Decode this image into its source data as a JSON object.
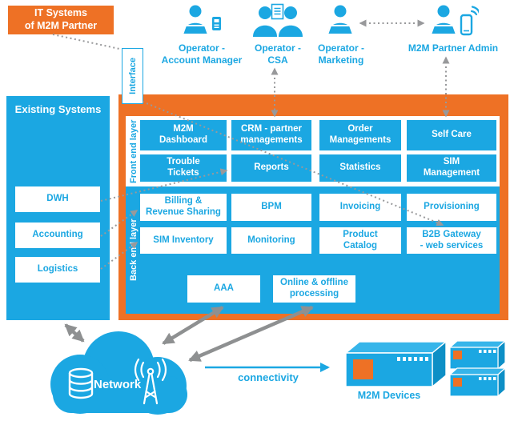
{
  "it_systems_box": {
    "label": "IT Systems\nof M2M Partner"
  },
  "interface_box": {
    "label": "Interface"
  },
  "actors": {
    "account_manager": {
      "label": "Operator -\nAccount Manager"
    },
    "csa": {
      "label": "Operator -\nCSA"
    },
    "marketing": {
      "label": "Operator -\nMarketing"
    },
    "partner_admin": {
      "label": "M2M Partner Admin"
    }
  },
  "existing_systems": {
    "title": "Existing Systems",
    "items": [
      "DWH",
      "Accounting",
      "Logistics"
    ]
  },
  "platform": {
    "front_end": {
      "layer_label": "Front end layer",
      "boxes": [
        "M2M\nDashboard",
        "CRM - partner\nmanagements",
        "Order\nManagements",
        "Self Care",
        "Trouble\nTickets",
        "Reports",
        "Statistics",
        "SIM\nManagement"
      ]
    },
    "back_end": {
      "layer_label": "Back end layer",
      "boxes": [
        "Billing &\nRevenue Sharing",
        "BPM",
        "Invoicing",
        "Provisioning",
        "SIM Inventory",
        "Monitoring",
        "Product\nCatalog",
        "B2B Gateway\n- web services"
      ],
      "bottom_boxes": [
        "AAA",
        "Online & offline\nprocessing"
      ]
    }
  },
  "network_cloud": {
    "label": "Network"
  },
  "connectivity": {
    "label": "connectivity"
  },
  "m2m_devices": {
    "label": "M2M Devices"
  },
  "colors": {
    "blue": "#1BA7E2",
    "orange": "#EE7125",
    "arrow_gray": "#8E9091",
    "dotted_gray": "#98999B"
  }
}
